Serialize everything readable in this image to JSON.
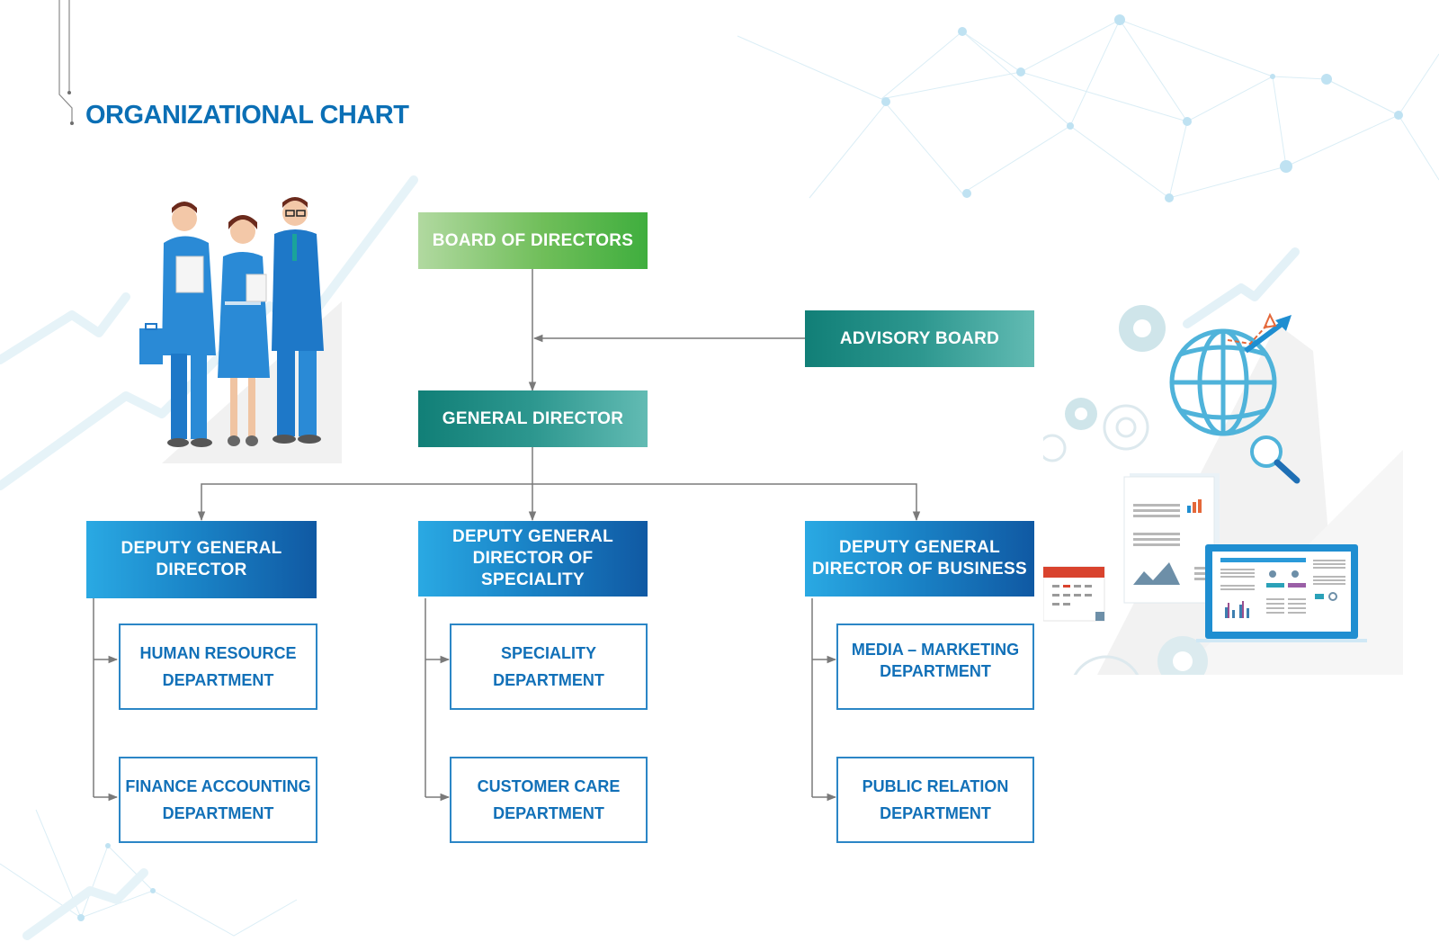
{
  "title": "ORGANIZATIONAL CHART",
  "colors": {
    "title": "#0b6fb5",
    "board_green": "#3fae3e",
    "teal": "#117f77",
    "deputy_blue": "#1a85c8",
    "dept_border": "#2b86c6",
    "connector": "#7a7a7a"
  },
  "chart": {
    "board": {
      "label": "BOARD OF DIRECTORS"
    },
    "advisory": {
      "label": "ADVISORY BOARD"
    },
    "general_director": {
      "label": "GENERAL DIRECTOR"
    },
    "deputies": [
      {
        "lines": [
          "DEPUTY GENERAL",
          "DIRECTOR"
        ],
        "departments": [
          {
            "lines": [
              "HUMAN RESOURCE",
              "DEPARTMENT"
            ]
          },
          {
            "lines": [
              "FINANCE ACCOUNTING",
              "DEPARTMENT"
            ]
          }
        ]
      },
      {
        "lines": [
          "DEPUTY GENERAL",
          "DIRECTOR OF",
          "SPECIALITY"
        ],
        "departments": [
          {
            "lines": [
              "SPECIALITY",
              "DEPARTMENT"
            ]
          },
          {
            "lines": [
              "CUSTOMER CARE",
              "DEPARTMENT"
            ]
          }
        ]
      },
      {
        "lines": [
          "DEPUTY GENERAL",
          "DIRECTOR OF BUSINESS"
        ],
        "departments": [
          {
            "lines": [
              "MEDIA – MARKETING",
              "DEPARTMENT"
            ]
          },
          {
            "lines": [
              "PUBLIC RELATION",
              "DEPARTMENT"
            ]
          }
        ]
      }
    ]
  },
  "illustrations": {
    "left": "business-people-illustration",
    "right": "global-business-analytics-illustration"
  }
}
